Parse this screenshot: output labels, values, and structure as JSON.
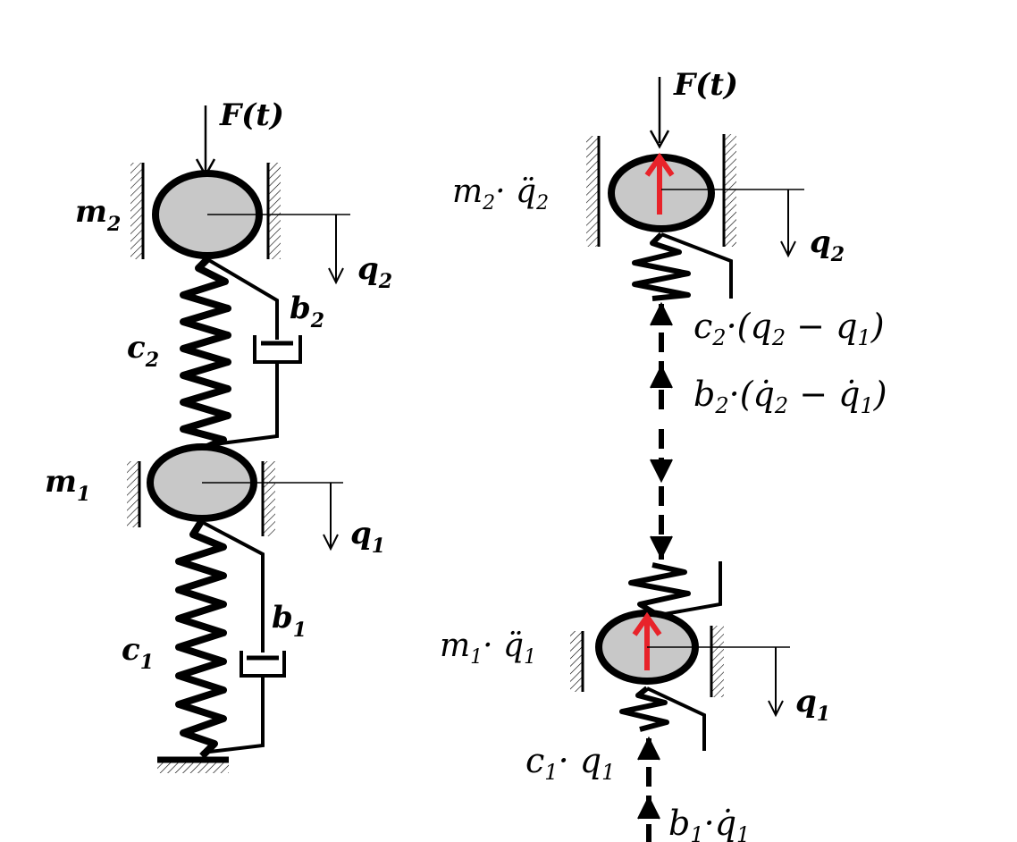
{
  "left": {
    "force": "F(t)",
    "m2_sym": "m",
    "m2_sub": "2",
    "m1_sym": "m",
    "m1_sub": "1",
    "c2_sym": "c",
    "c2_sub": "2",
    "c1_sym": "c",
    "c1_sub": "1",
    "b2_sym": "b",
    "b2_sub": "2",
    "b1_sym": "b",
    "b1_sub": "1",
    "q2_sym": "q",
    "q2_sub": "2",
    "q1_sym": "q",
    "q1_sub": "1"
  },
  "right": {
    "force": "F(t)",
    "inertia2": {
      "a": "m",
      "s1": "2",
      "dot": "· ",
      "q": "q̈",
      "s2": "2"
    },
    "inertia1": {
      "a": "m",
      "s1": "1",
      "dot": "· ",
      "q": "q̈",
      "s2": "1"
    },
    "q2_sym": "q",
    "q2_sub": "2",
    "q1_sym": "q",
    "q1_sub": "1",
    "spring2": {
      "a": "c",
      "s1": "2",
      "rest": "·(q",
      "s2": "2",
      "minus": " − q",
      "s3": "1",
      "close": ")"
    },
    "damper2": {
      "a": "b",
      "s1": "2",
      "rest": "·(q̇",
      "s2": "2",
      "minus": " − q̇",
      "s3": "1",
      "close": ")"
    },
    "spring1": {
      "a": "c",
      "s1": "1",
      "rest": "· q",
      "s2": "1"
    },
    "damper1": {
      "a": "b",
      "s1": "1",
      "rest": "·q̇",
      "s2": "1"
    }
  },
  "colors": {
    "line": "#000000",
    "mass_fill": "#c8c8c8",
    "inertia_arrow": "#e8232a"
  }
}
